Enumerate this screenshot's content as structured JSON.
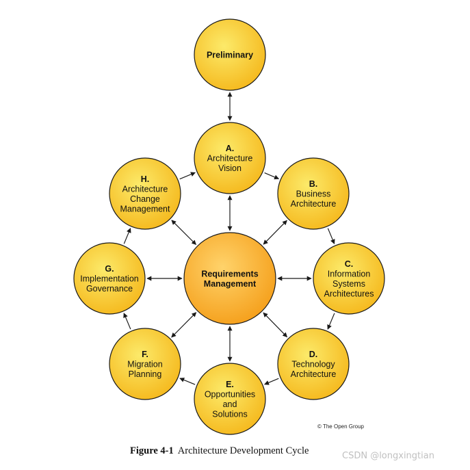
{
  "diagram": {
    "nodes": [
      {
        "id": "preliminary",
        "lines": [
          "Preliminary"
        ],
        "bold_lines": 1
      },
      {
        "id": "a",
        "lines": [
          "A.",
          "Architecture",
          "Vision"
        ],
        "bold_lines": 1
      },
      {
        "id": "b",
        "lines": [
          "B.",
          "Business",
          "Architecture"
        ],
        "bold_lines": 1
      },
      {
        "id": "c",
        "lines": [
          "C.",
          "Information",
          "Systems",
          "Architectures"
        ],
        "bold_lines": 1
      },
      {
        "id": "d",
        "lines": [
          "D.",
          "Technology",
          "Architecture"
        ],
        "bold_lines": 1
      },
      {
        "id": "e",
        "lines": [
          "E.",
          "Opportunities",
          "and",
          "Solutions"
        ],
        "bold_lines": 1
      },
      {
        "id": "f",
        "lines": [
          "F.",
          "Migration",
          "Planning"
        ],
        "bold_lines": 1
      },
      {
        "id": "g",
        "lines": [
          "G.",
          "Implementation",
          "Governance"
        ],
        "bold_lines": 1
      },
      {
        "id": "h",
        "lines": [
          "H.",
          "Architecture",
          "Change",
          "Management"
        ],
        "bold_lines": 1
      },
      {
        "id": "requirements",
        "lines": [
          "Requirements",
          "Management"
        ],
        "bold_lines": 2
      }
    ],
    "edges": [
      {
        "from": "preliminary",
        "to": "a",
        "kind": "both"
      },
      {
        "from": "a",
        "to": "b",
        "kind": "forward"
      },
      {
        "from": "b",
        "to": "c",
        "kind": "forward"
      },
      {
        "from": "c",
        "to": "d",
        "kind": "forward"
      },
      {
        "from": "d",
        "to": "e",
        "kind": "forward"
      },
      {
        "from": "e",
        "to": "f",
        "kind": "forward"
      },
      {
        "from": "f",
        "to": "g",
        "kind": "forward"
      },
      {
        "from": "g",
        "to": "h",
        "kind": "forward"
      },
      {
        "from": "h",
        "to": "a",
        "kind": "forward"
      },
      {
        "from": "requirements",
        "to": "a",
        "kind": "both"
      },
      {
        "from": "requirements",
        "to": "b",
        "kind": "both"
      },
      {
        "from": "requirements",
        "to": "c",
        "kind": "both"
      },
      {
        "from": "requirements",
        "to": "d",
        "kind": "both"
      },
      {
        "from": "requirements",
        "to": "e",
        "kind": "both"
      },
      {
        "from": "requirements",
        "to": "f",
        "kind": "both"
      },
      {
        "from": "requirements",
        "to": "g",
        "kind": "both"
      },
      {
        "from": "requirements",
        "to": "h",
        "kind": "both"
      }
    ],
    "colors": {
      "node_fill_light": "#FCEA6A",
      "node_fill_dark": "#F5B91E",
      "center_fill_light": "#FFD36B",
      "center_fill_dark": "#F5A01C",
      "stroke": "#1A1A1A"
    },
    "copyright": "© The Open Group"
  },
  "caption": {
    "figure_number": "Figure 4-1",
    "title": "Architecture Development Cycle"
  },
  "watermark": "CSDN @longxingtian"
}
